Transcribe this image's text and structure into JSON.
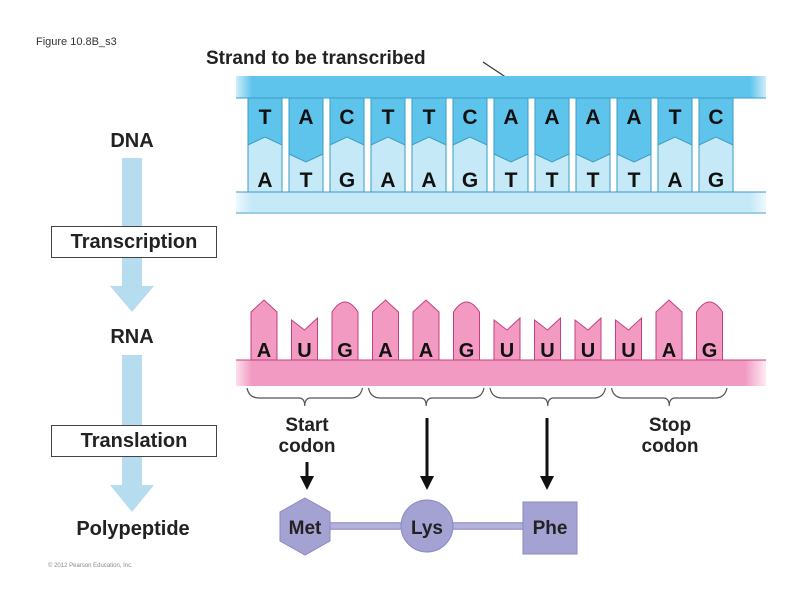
{
  "figure_label": "Figure 10.8B_s3",
  "strand_label": "Strand to be transcribed",
  "flow": {
    "dna": "DNA",
    "transcription": "Transcription",
    "rna": "RNA",
    "translation": "Translation",
    "polypeptide": "Polypeptide"
  },
  "dna": {
    "template_strand": [
      "T",
      "A",
      "C",
      "T",
      "T",
      "C",
      "A",
      "A",
      "A",
      "A",
      "T",
      "C"
    ],
    "complement_strand": [
      "A",
      "T",
      "G",
      "A",
      "A",
      "G",
      "T",
      "T",
      "T",
      "T",
      "A",
      "G"
    ]
  },
  "rna": {
    "bases": [
      "A",
      "U",
      "G",
      "A",
      "A",
      "G",
      "U",
      "U",
      "U",
      "U",
      "A",
      "G"
    ]
  },
  "codons": {
    "start_label_line1": "Start",
    "start_label_line2": "codon",
    "stop_label_line1": "Stop",
    "stop_label_line2": "codon"
  },
  "polypeptide": {
    "amino_acids": [
      "Met",
      "Lys",
      "Phe"
    ]
  },
  "colors": {
    "dna_backbone_top": "#5fc4ec",
    "dna_backbone_bottom": "#c6e9f8",
    "dna_base_dark": "#5fc4ec",
    "dna_base_light": "#c6e9f8",
    "rna": "#f29ac2",
    "rna_stroke": "#c2407e",
    "amino_acid": "#a4a2d2",
    "flow_arrow": "#b6dcf0"
  },
  "copyright": "© 2012 Pearson Education, Inc."
}
